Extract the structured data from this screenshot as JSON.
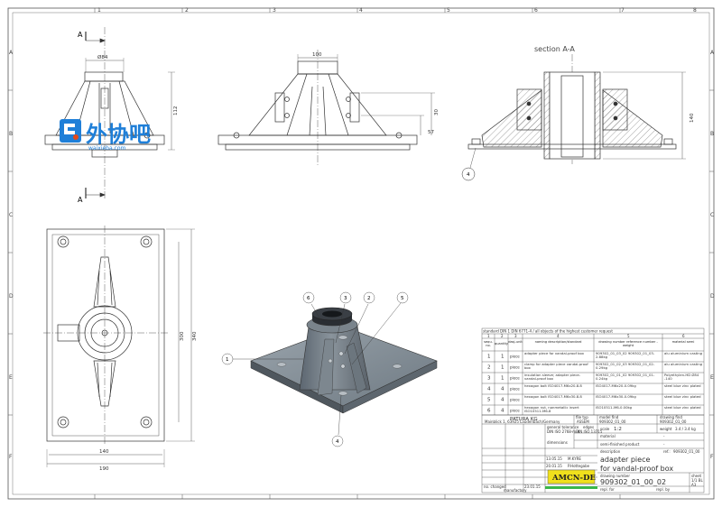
{
  "frame": {
    "columns": [
      "1",
      "2",
      "3",
      "4",
      "5",
      "6",
      "7",
      "8"
    ],
    "rows": [
      "A",
      "B",
      "C",
      "D",
      "E",
      "F"
    ]
  },
  "views": {
    "section_label": "section A-A",
    "cut_letter": "A",
    "front_dims": [
      "Ø84",
      "112"
    ],
    "side_dims": [
      "100",
      "57",
      "30"
    ],
    "section_dims": [
      "140"
    ],
    "plan_dims": [
      "140",
      "190",
      "300",
      "340"
    ],
    "section_balloon": "4",
    "iso_balloons": [
      "1",
      "2",
      "3",
      "4",
      "5",
      "6"
    ]
  },
  "watermark": {
    "brand": "外协吧",
    "url": "waixieba.com"
  },
  "bom": {
    "header_note": "standard DIN 1 DIN 6771-4 / all objects of the highest customer request",
    "col_numbers": [
      "1",
      "2",
      "3",
      "4",
      "5",
      "6"
    ],
    "columns": [
      "sequ. no.",
      "quantity",
      "dasj-unit",
      "naming description/standard",
      "drawing number reference number - weight",
      "material semi"
    ],
    "rows": [
      {
        "pos": "1",
        "qty": "1",
        "unit": "piece",
        "name": "adapter piece for vandal-proof box",
        "ref": "909302_01_03_02 909302_01_03-2.88kg",
        "mat": "alu aluminium casting"
      },
      {
        "pos": "2",
        "qty": "1",
        "unit": "piece",
        "name": "clamp for adapter piece vandal-proof box",
        "ref": "909302_01_02_03 909302_01_02-0.29kg",
        "mat": "alu aluminium casting"
      },
      {
        "pos": "3",
        "qty": "1",
        "unit": "piece",
        "name": "insulation sleeve; adapter piece-vandal-proof box",
        "ref": "909302_01_01_02 909302_01_01-0.24kg",
        "mat": "Polyethylen-HD Ø84 -140"
      },
      {
        "pos": "4",
        "qty": "4",
        "unit": "piece",
        "name": "hexagon bolt ISO4017-M6x20-8.8",
        "ref": "ISO4017-M6x20-0.09kg",
        "mat": "steel blue zinc plated"
      },
      {
        "pos": "5",
        "qty": "4",
        "unit": "piece",
        "name": "hexagon bolt ISO4017-M6x30-8.8",
        "ref": "ISO4017-M6x30-0.09kg",
        "mat": "steel blue zinc plated"
      },
      {
        "pos": "6",
        "qty": "4",
        "unit": "piece",
        "name": "hexagon nut, nonmetallic insert ISO10511-M6-8",
        "ref": "ISO10511-M6-0.00kg",
        "mat": "steel blue zinc plated"
      }
    ]
  },
  "title_block": {
    "company": "PATURA KG",
    "address": "Mainblick 1, 63925 Laudenbach/Germany",
    "file_type_label": "file typ",
    "file_type": "ASSEM",
    "model_label": "model find",
    "model_value": "909302_01_00",
    "drawing_find_label": "drawing find",
    "drawing_find_value": "909302_01_00",
    "general_tol_label": "general tolerance",
    "general_tol_std": "DIN ISO 2768-m-K",
    "edges_label": "edges",
    "edges_std": "DIN ISO 13715",
    "scale_label": "scale",
    "scale": "1:2",
    "weight_label": "weight",
    "weight": "3.4 / 3.4 kg",
    "material_label": "material",
    "material": "-",
    "semi_label": "semi-finished product",
    "semi": "-",
    "description_label": "description",
    "ref_label": "ref.:",
    "ref": "909302_01_00",
    "title_line1": "adapter piece",
    "title_line2": "for vandal-proof box",
    "drawing_number_label": "drawing number",
    "drawing_number": "909302_01_00_02",
    "sheet_label": "sheet",
    "sheet": "1/1 BL",
    "size": "A3",
    "logo": "AMCN-DE",
    "created": "13.05.15",
    "checked": "20.01.15",
    "creator": "M.KYRE",
    "checker": "P.Hottegabe",
    "rev_date": "23.01.15",
    "mod_label": "no. changed",
    "dims_label": "dimensions",
    "mfg_label": "manufactory",
    "repl_label": "repl. for",
    "repl_by_label": "repl. by"
  }
}
